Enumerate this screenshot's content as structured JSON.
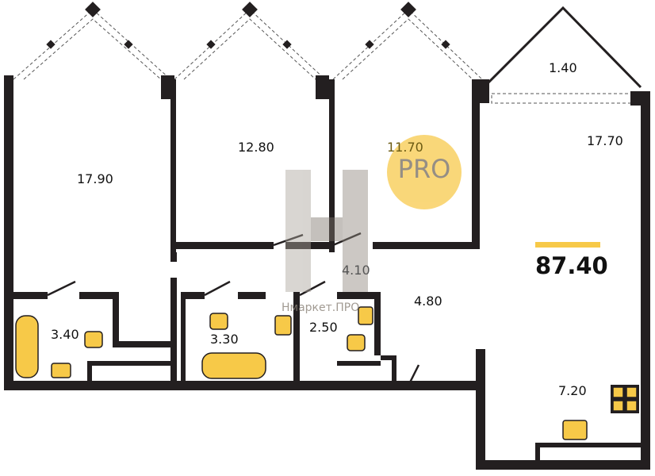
{
  "rooms": [
    {
      "name": "room-1",
      "area": "17.90"
    },
    {
      "name": "room-2",
      "area": "12.80"
    },
    {
      "name": "room-3",
      "area": "11.70"
    },
    {
      "name": "balcony",
      "area": "1.40"
    },
    {
      "name": "living-kitchen",
      "area": "17.70"
    },
    {
      "name": "corridor",
      "area": "4.10"
    },
    {
      "name": "hall",
      "area": "4.80"
    },
    {
      "name": "bathroom-1",
      "area": "3.40"
    },
    {
      "name": "bathroom-2",
      "area": "3.30"
    },
    {
      "name": "toilet",
      "area": "2.50"
    },
    {
      "name": "kitchen",
      "area": "7.20"
    }
  ],
  "total_area": "87.40",
  "badge": "PRO",
  "watermark": "Нмаркет.ПРО",
  "colors": {
    "wall": "#231f20",
    "fixture": "#f7c948",
    "badge": "#f9d36b"
  }
}
